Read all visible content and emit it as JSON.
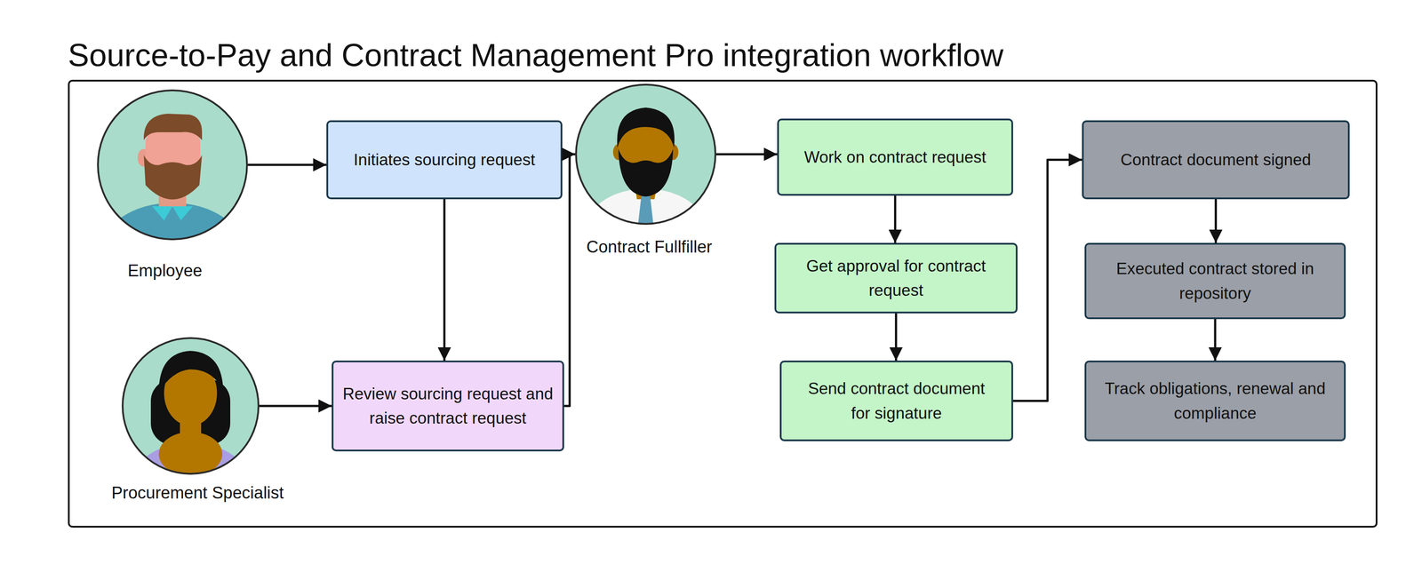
{
  "diagram": {
    "title": "Source-to-Pay and Contract Management Pro integration workflow",
    "nodes": [
      {
        "text": [
          "Employee"
        ]
      },
      {
        "text": [
          "Initiates sourcing request"
        ]
      },
      {
        "text": [
          "Procurement Specialist"
        ]
      },
      {
        "text": [
          "Review sourcing request and raise contract request"
        ]
      },
      {
        "text": [
          "Contract Fullfiller"
        ]
      },
      {
        "text": [
          "Work on contract request"
        ]
      },
      {
        "text": [
          "Get approval for contract request"
        ]
      },
      {
        "text": [
          "Send contract document for signature"
        ]
      },
      {
        "text": [
          "Contract document signed"
        ]
      },
      {
        "text": [
          "Executed contract stored in repository"
        ]
      },
      {
        "text": [
          "Track obligations, renewal and compliance"
        ]
      }
    ],
    "edges": [
      {
        "from": 0,
        "to": 1,
        "arrow": "to"
      },
      {
        "from": 1,
        "to": 3,
        "arrow": "to"
      },
      {
        "from": 2,
        "to": 3,
        "arrow": "to"
      },
      {
        "from": 3,
        "to": 4,
        "arrow": "to"
      },
      {
        "from": 4,
        "to": 5,
        "arrow": "to"
      },
      {
        "from": 5,
        "to": 6,
        "arrow": "to"
      },
      {
        "from": 6,
        "to": 7,
        "arrow": "to"
      },
      {
        "from": 7,
        "to": 8,
        "arrow": "to"
      },
      {
        "from": 8,
        "to": 9,
        "arrow": "to"
      },
      {
        "from": 9,
        "to": 10,
        "arrow": "to"
      }
    ]
  }
}
